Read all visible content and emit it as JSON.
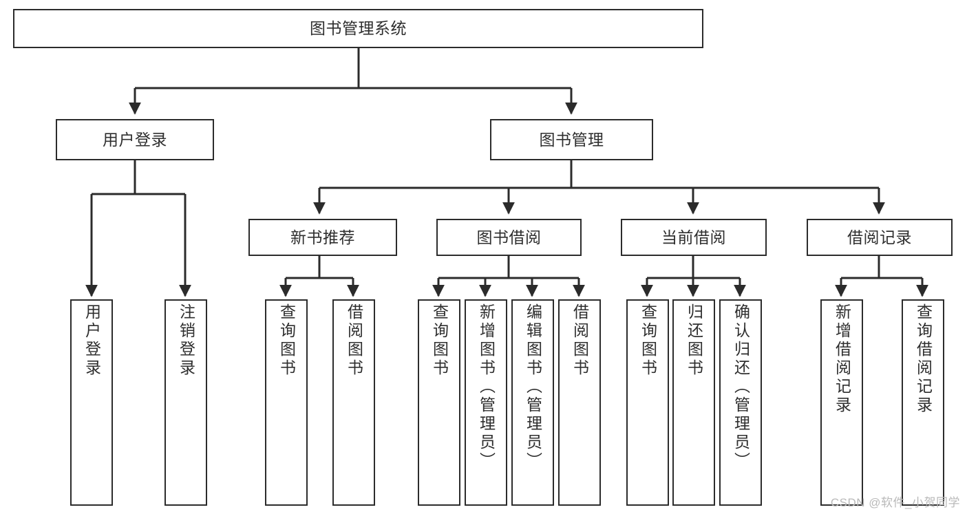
{
  "diagram": {
    "title_node": {
      "id": "root",
      "label": "图书管理系统"
    },
    "level1": [
      {
        "id": "login",
        "label": "用户登录"
      },
      {
        "id": "bookmgmt",
        "label": "图书管理"
      }
    ],
    "level2": [
      {
        "id": "newbook",
        "label": "新书推荐",
        "parent": "bookmgmt"
      },
      {
        "id": "borrow",
        "label": "图书借阅",
        "parent": "bookmgmt"
      },
      {
        "id": "current",
        "label": "当前借阅",
        "parent": "bookmgmt"
      },
      {
        "id": "records",
        "label": "借阅记录",
        "parent": "bookmgmt"
      }
    ],
    "leaves": [
      {
        "id": "leaf-user-login",
        "label": "用户登录",
        "parent": "login"
      },
      {
        "id": "leaf-user-logout",
        "label": "注销登录",
        "parent": "login"
      },
      {
        "id": "leaf-query-book-1",
        "label": "查询图书",
        "parent": "newbook"
      },
      {
        "id": "leaf-borrow-book-1",
        "label": "借阅图书",
        "parent": "newbook"
      },
      {
        "id": "leaf-query-book-2",
        "label": "查询图书",
        "parent": "borrow"
      },
      {
        "id": "leaf-add-book",
        "label": "新增图书（管理员）",
        "parent": "borrow"
      },
      {
        "id": "leaf-edit-book",
        "label": "编辑图书（管理员）",
        "parent": "borrow"
      },
      {
        "id": "leaf-borrow-book-2",
        "label": "借阅图书",
        "parent": "borrow"
      },
      {
        "id": "leaf-query-book-3",
        "label": "查询图书",
        "parent": "current"
      },
      {
        "id": "leaf-return-book",
        "label": "归还图书",
        "parent": "current"
      },
      {
        "id": "leaf-confirm-return",
        "label": "确认归还（管理员）",
        "parent": "current"
      },
      {
        "id": "leaf-add-record",
        "label": "新增借阅记录",
        "parent": "records"
      },
      {
        "id": "leaf-query-record",
        "label": "查询借阅记录",
        "parent": "records"
      }
    ],
    "colors": {
      "stroke": "#2b2b2b",
      "text": "#2e2e2e",
      "background": "#ffffff",
      "watermark": "#b9b9b9"
    }
  },
  "watermark": {
    "text": "CSDN @软件_小贺同学"
  }
}
